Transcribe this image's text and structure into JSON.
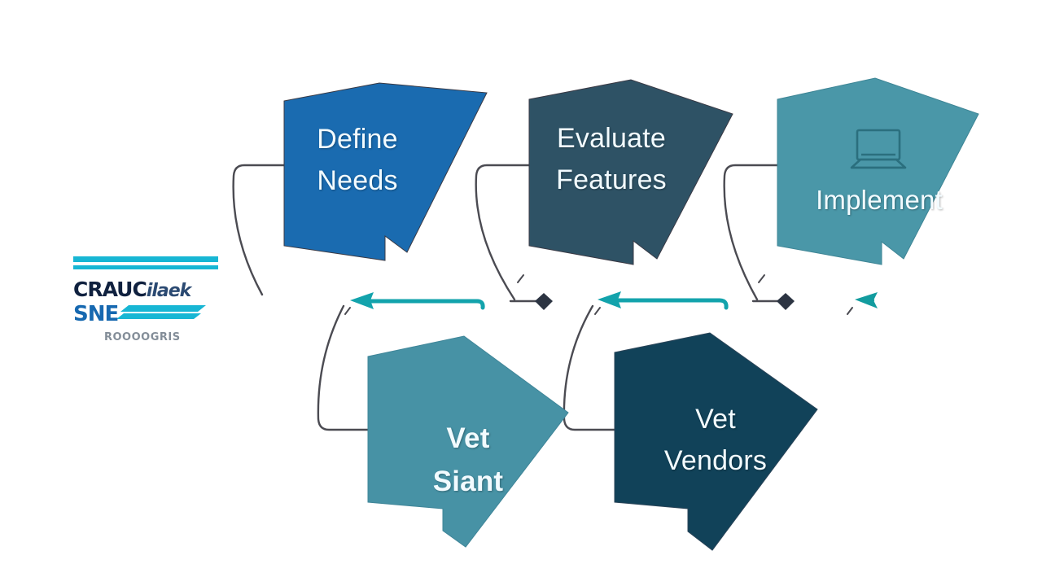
{
  "diagram": {
    "type": "process-flow",
    "background_color": "#ffffff",
    "title_text": "",
    "nodes": [
      {
        "id": "define-needs",
        "label": "Define\nNeeds",
        "color": "#1a6bb0",
        "row": "top",
        "order": 1,
        "has_icon": false
      },
      {
        "id": "evaluate-features",
        "label": "Evaluate\nFeatures",
        "color": "#2e5265",
        "row": "top",
        "order": 2,
        "has_icon": false
      },
      {
        "id": "implement",
        "label": "Implement",
        "color": "#4a97a8",
        "row": "top",
        "order": 3,
        "has_icon": true,
        "icon": "laptop-icon"
      },
      {
        "id": "vet-siant",
        "label": "Vet\nSiant",
        "color": "#4792a5",
        "row": "bottom",
        "order": 4,
        "has_icon": false,
        "garbled": true
      },
      {
        "id": "vet-vendors",
        "label": "Vet\nVendors",
        "color": "#114259",
        "row": "bottom",
        "order": 5,
        "has_icon": false
      }
    ],
    "connectors": [
      {
        "id": "connector-1",
        "style": "curved",
        "color": "#4b4b52"
      },
      {
        "id": "connector-2",
        "style": "curved",
        "color": "#4b4b52"
      },
      {
        "id": "connector-3",
        "style": "curved",
        "color": "#4b4b52"
      },
      {
        "id": "connector-4",
        "style": "curved",
        "color": "#4b4b52"
      },
      {
        "id": "connector-5",
        "style": "curved",
        "color": "#4b4b52"
      }
    ],
    "markers": [
      {
        "id": "teal-arrow-1",
        "shape": "left-arrow-line",
        "color": "#13a3ac"
      },
      {
        "id": "diamond-1",
        "shape": "diamond",
        "color": "#2c3442"
      },
      {
        "id": "teal-arrow-2",
        "shape": "left-arrow-line",
        "color": "#13a3ac"
      },
      {
        "id": "diamond-2",
        "shape": "diamond",
        "color": "#2c3442"
      },
      {
        "id": "teal-arrow-3",
        "shape": "left-arrow",
        "color": "#139c9f"
      }
    ]
  },
  "logo": {
    "bar_color": "#17b6d4",
    "main_text": "CRAUC",
    "script_text": "ilaek",
    "sub_text": "SNE",
    "tagline": "ROOOOGRIS",
    "main_color": "#10213f",
    "sub_color": "#1668b0"
  }
}
